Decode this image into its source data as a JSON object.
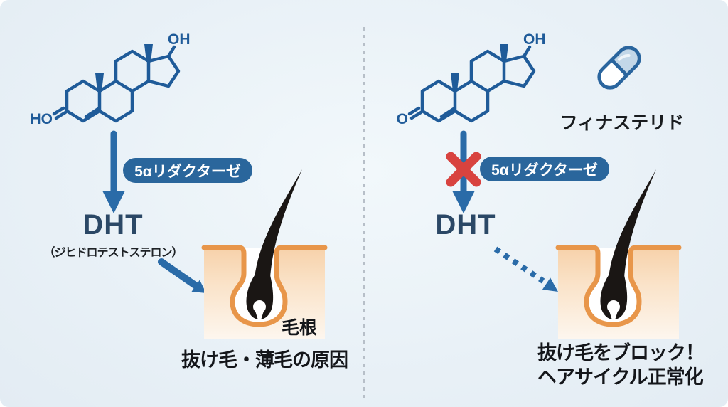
{
  "title": "DHT and finasteride hair-loss mechanism infographic",
  "panels": {
    "left": {
      "molecule": {
        "top_label": "OH",
        "bottom_label": "HO"
      },
      "enzyme_badge": "5αリダクターゼ",
      "dht": "DHT",
      "dht_sub": "（ジヒドロテストステロン）",
      "follicle_label": "毛根",
      "caption": "抜け毛・薄毛の原因"
    },
    "right": {
      "molecule": {
        "top_label": "OH",
        "bottom_label": "O"
      },
      "drug_label": "フィナステリド",
      "enzyme_badge": "5αリダクターゼ",
      "dht": "DHT",
      "caption_line1": "抜け毛をブロック！",
      "caption_line2": "ヘアサイクル正常化"
    }
  },
  "icons": {
    "capsule_icon": "medicine capsule (finasteride pill)",
    "block_x_icon": "red cross blocking reaction",
    "down_arrow_icon": "solid blue downward arrow",
    "diagonal_arrow_icon": "solid blue diagonal arrow",
    "dotted_arrow_icon": "dotted blue diagonal arrow",
    "hair_follicle_icon": "hair follicle in skin cross-section",
    "steroid_molecule_icon": "steroid (testosterone) structural formula"
  },
  "colors": {
    "background": "#e9f1f7",
    "structure_blue": "#1f5b99",
    "arrow_blue": "#2a6ba8",
    "badge_blue": "#2a669c",
    "dht_navy": "#2b4866",
    "block_red": "#d8433f",
    "skin_orange": "#e8964a",
    "skin_fill_top": "#f7d2ab",
    "hair_black": "#1a1614",
    "capsule_fill": "#c3d7e8",
    "divider_gray": "#b7bfc8",
    "text_black": "#14161a"
  }
}
